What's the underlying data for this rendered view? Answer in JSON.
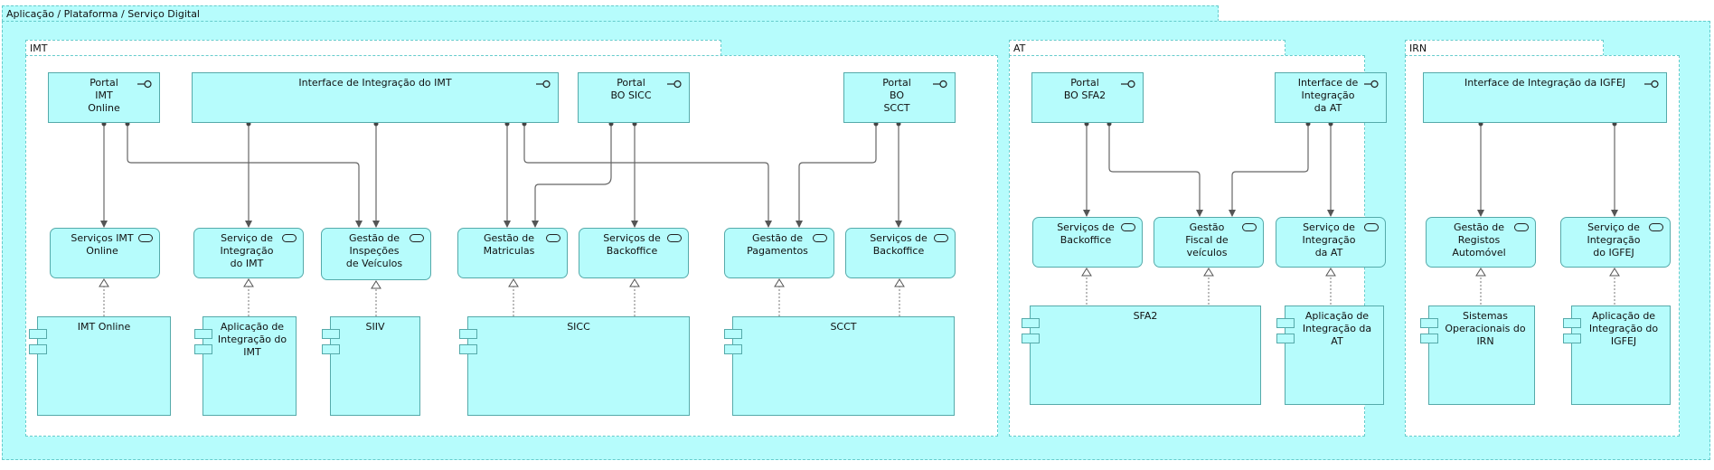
{
  "root_title": "Aplicação / Plataforma / Serviço Digital",
  "groups": {
    "imt": "IMT",
    "at": "AT",
    "irn": "IRN"
  },
  "interfaces": {
    "portal_imt_online": "Portal IMT Online",
    "interface_integracao_imt": "Interface de Integração do IMT",
    "portal_bo_sicc": "Portal BO SICC",
    "portal_bo_scct": "Portal BO SCCT",
    "portal_bo_sfa2": "Portal BO SFA2",
    "interface_integracao_at": "Interface de Integração da AT",
    "interface_integracao_igfej": "Interface de Integração da IGFEJ"
  },
  "services": {
    "servicos_imt_online": "Serviços IMT Online",
    "servico_integracao_imt": "Serviço de Integração do IMT",
    "gestao_inspecoes": "Gestão de Inspeções de Veículos",
    "gestao_matriculas": "Gestão de Matriculas",
    "servicos_backoffice_sicc": "Serviços de Backoffice",
    "gestao_pagamentos": "Gestão de Pagamentos",
    "servicos_backoffice_scct": "Serviços de Backoffice",
    "servicos_backoffice_sfa2": "Serviços de Backoffice",
    "gestao_fiscal_veiculos": "Gestão Fiscal de veículos",
    "servico_integracao_at": "Serviço de Integração da AT",
    "gestao_registos_automovel": "Gestão de Registos Automóvel",
    "servico_integracao_igfej": "Serviço de Integração do IGFEJ"
  },
  "components": {
    "imt_online": "IMT Online",
    "aplicacao_integracao_imt": "Aplicação de Integração do IMT",
    "siiv": "SIIV",
    "sicc": "SICC",
    "scct": "SCCT",
    "sfa2": "SFA2",
    "aplicacao_integracao_at": "Aplicação de Integração da AT",
    "sistemas_operacionais_irn": "Sistemas Operacionais do IRN",
    "aplicacao_integracao_igfej": "Aplicação de Integração do IGFEJ"
  },
  "colors": {
    "element_fill": "#b6fcfc",
    "border": "#55aaaa",
    "connector": "#555555"
  },
  "icons": {
    "interface": "provided-interface-icon",
    "service": "application-service-icon",
    "component": "application-component-icon"
  }
}
